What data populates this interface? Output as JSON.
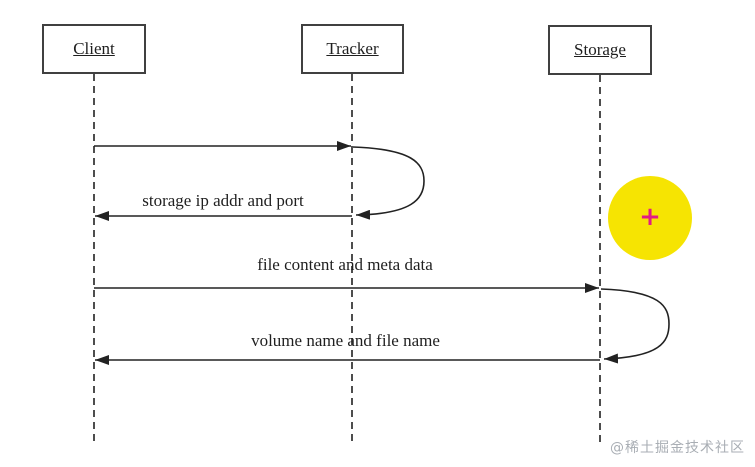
{
  "actors": [
    {
      "label": "Client"
    },
    {
      "label": "Tracker"
    },
    {
      "label": "Storage"
    }
  ],
  "messages": {
    "tracker_reply": "storage ip addr and port",
    "storage_request": "file content and meta data",
    "storage_reply": "volume name and file name"
  },
  "marker": {
    "symbol": "+"
  },
  "watermark": {
    "text": "@稀土掘金技术社区"
  },
  "colors": {
    "line": "#2a2a2a",
    "lifeline": "#4d4d4d",
    "box_border": "#404040",
    "highlight_circle": "#F6E402",
    "plus": "#E11C86",
    "watermark_text": "#A9AEB4"
  }
}
